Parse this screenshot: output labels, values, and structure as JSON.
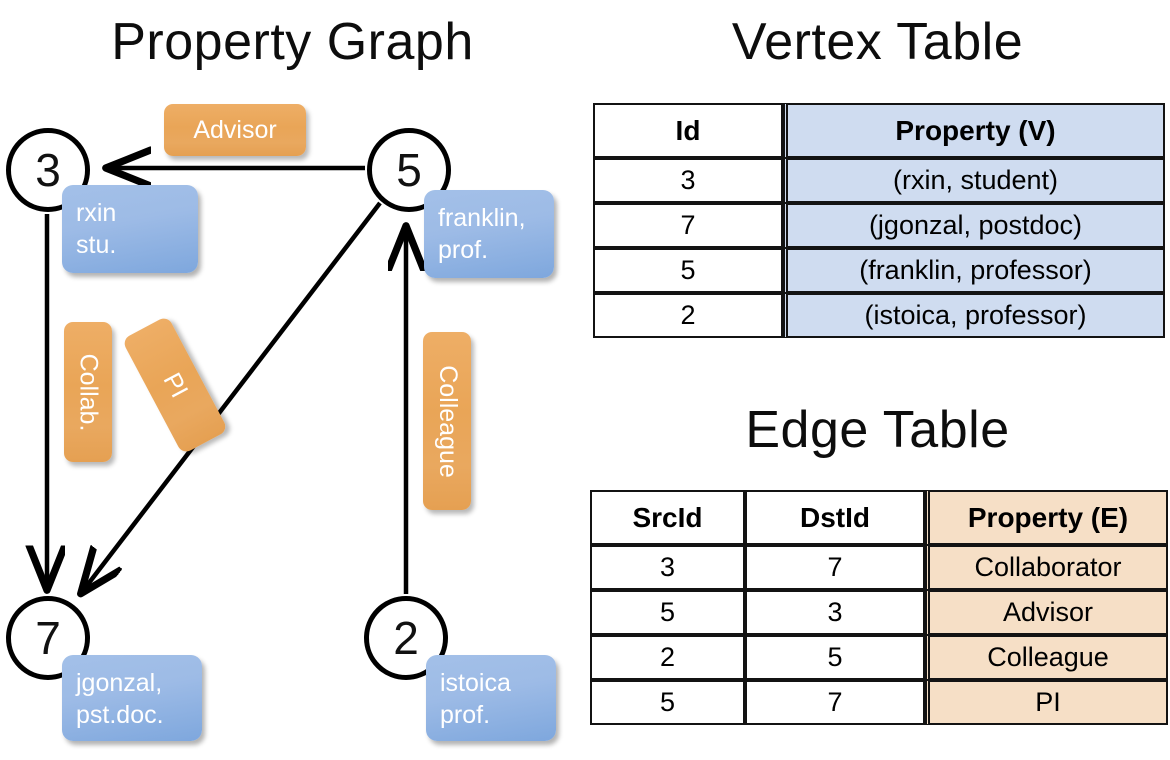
{
  "titles": {
    "property_graph": "Property Graph",
    "vertex_table": "Vertex Table",
    "edge_table": "Edge Table"
  },
  "graph": {
    "vertices": [
      {
        "id": "3",
        "property_label": "rxin\nstu."
      },
      {
        "id": "5",
        "property_label": "franklin,\nprof."
      },
      {
        "id": "7",
        "property_label": "jgonzal,\npst.doc."
      },
      {
        "id": "2",
        "property_label": "istoica\nprof."
      }
    ],
    "vertex_labels": {
      "rxin_line1": "rxin",
      "rxin_line2": "stu.",
      "franklin_line1": "franklin,",
      "franklin_line2": "prof.",
      "jgonzal_line1": "jgonzal,",
      "jgonzal_line2": "pst.doc.",
      "istoica_line1": "istoica",
      "istoica_line2": "prof."
    },
    "edge_labels": {
      "advisor": "Advisor",
      "collab": "Collab.",
      "pi": "PI",
      "colleague": "Colleague"
    },
    "colors": {
      "vertex_fill": "#ffffff",
      "vertex_stroke": "#000000",
      "property_box": "#9dbbe6",
      "edge_label_box": "#e9a557",
      "edge_line": "#000000"
    }
  },
  "vertex_table": {
    "headers": [
      "Id",
      "Property (V)"
    ],
    "rows": [
      {
        "id": "3",
        "property": "(rxin, student)"
      },
      {
        "id": "7",
        "property": "(jgonzal, postdoc)"
      },
      {
        "id": "5",
        "property": "(franklin, professor)"
      },
      {
        "id": "2",
        "property": "(istoica, professor)"
      }
    ],
    "property_column_color": "#cfdcf0"
  },
  "edge_table": {
    "headers": [
      "SrcId",
      "DstId",
      "Property (E)"
    ],
    "rows": [
      {
        "src": "3",
        "dst": "7",
        "property": "Collaborator"
      },
      {
        "src": "5",
        "dst": "3",
        "property": "Advisor"
      },
      {
        "src": "2",
        "dst": "5",
        "property": "Colleague"
      },
      {
        "src": "5",
        "dst": "7",
        "property": "PI"
      }
    ],
    "property_column_color": "#f6dfc6"
  }
}
